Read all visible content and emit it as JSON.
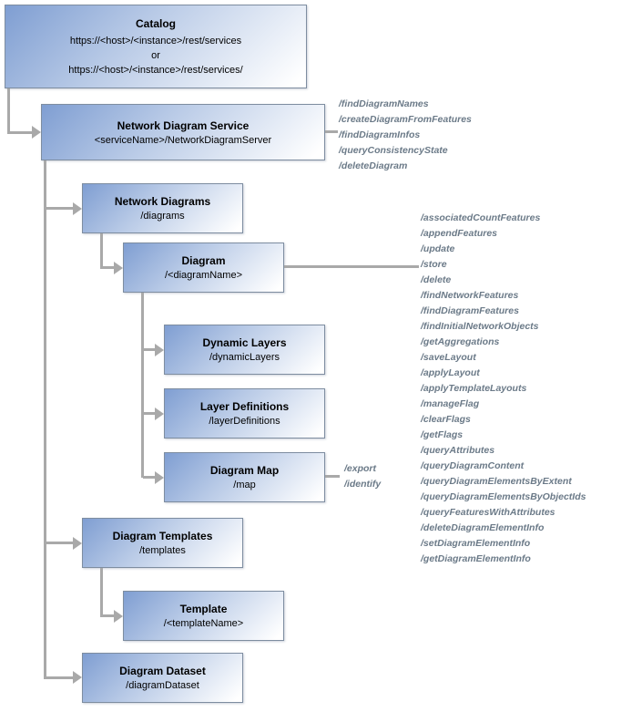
{
  "catalog": {
    "title": "Catalog",
    "url_primary": "https://<host>/<instance>/rest/services",
    "or_label": "or",
    "url_alternate": "https://<host>/<instance>/rest/services/"
  },
  "service": {
    "title": "Network Diagram Service",
    "path": "<serviceName>/NetworkDiagramServer",
    "operations": [
      "/findDiagramNames",
      "/createDiagramFromFeatures",
      "/findDiagramInfos",
      "/queryConsistencyState",
      "/deleteDiagram"
    ]
  },
  "network_diagrams": {
    "title": "Network Diagrams",
    "path": "/diagrams"
  },
  "diagram": {
    "title": "Diagram",
    "path": "/<diagramName>",
    "operations": [
      "/associatedCountFeatures",
      "/appendFeatures",
      "/update",
      "/store",
      "/delete",
      "/findNetworkFeatures",
      "/findDiagramFeatures",
      "/findInitialNetworkObjects",
      "/getAggregations",
      "/saveLayout",
      "/applyLayout",
      "/applyTemplateLayouts",
      "/manageFlag",
      "/clearFlags",
      "/getFlags",
      "/queryAttributes",
      "/queryDiagramContent",
      "/queryDiagramElementsByExtent",
      "/queryDiagramElementsByObjectIds",
      "/queryFeaturesWithAttributes",
      "/deleteDiagramElementInfo",
      "/setDiagramElementInfo",
      "/getDiagramElementInfo"
    ]
  },
  "dynamic_layers": {
    "title": "Dynamic Layers",
    "path": "/dynamicLayers"
  },
  "layer_definitions": {
    "title": "Layer Definitions",
    "path": "/layerDefinitions"
  },
  "diagram_map": {
    "title": "Diagram Map",
    "path": "/map",
    "operations": [
      "/export",
      "/identify"
    ]
  },
  "diagram_templates": {
    "title": "Diagram Templates",
    "path": "/templates"
  },
  "template": {
    "title": "Template",
    "path": "/<templateName>"
  },
  "diagram_dataset": {
    "title": "Diagram Dataset",
    "path": "/diagramDataset"
  },
  "colors": {
    "box_gradient_top": "#7f9ed2",
    "box_gradient_bottom": "#ffffff",
    "box_border": "#7e8da0",
    "connector": "#a9a9a9",
    "operation_text": "#6b7a88",
    "box_text": "#000000"
  }
}
